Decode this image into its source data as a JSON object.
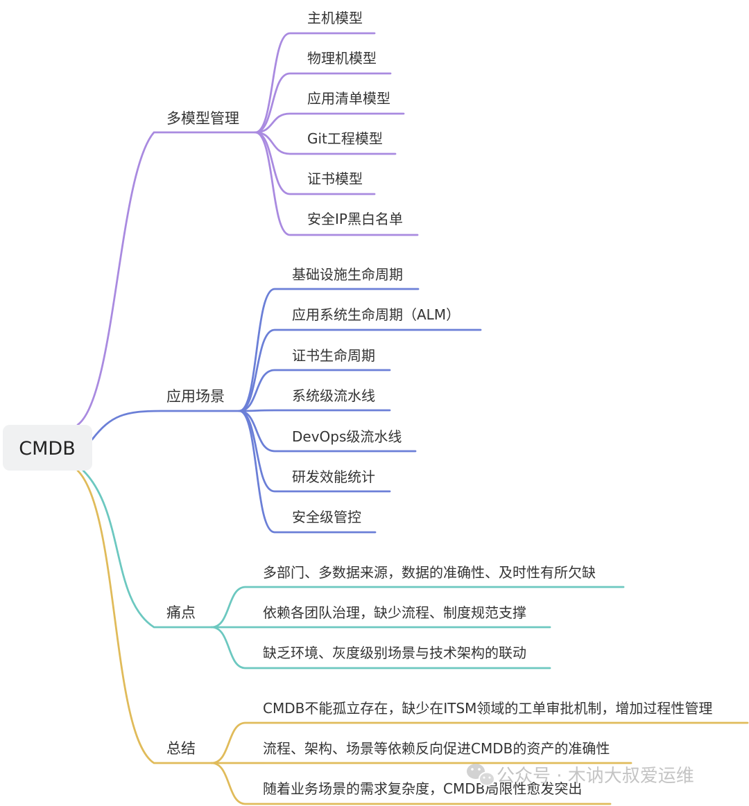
{
  "root": {
    "label": "CMDB"
  },
  "branches": [
    {
      "label": "多模型管理",
      "color": "#a98ae0",
      "children": [
        "主机模型",
        "物理机模型",
        "应用清单模型",
        "Git工程模型",
        "证书模型",
        "安全IP黑白名单"
      ]
    },
    {
      "label": "应用场景",
      "color": "#6b7fd7",
      "children": [
        "基础设施生命周期",
        "应用系统生命周期（ALM）",
        "证书生命周期",
        "系统级流水线",
        "DevOps级流水线",
        "研发效能统计",
        "安全级管控"
      ]
    },
    {
      "label": "痛点",
      "color": "#6cc8c0",
      "children": [
        "多部门、多数据来源，数据的准确性、及时性有所欠缺",
        "依赖各团队治理，缺少流程、制度规范支撑",
        "缺乏环境、灰度级别场景与技术架构的联动"
      ]
    },
    {
      "label": "总结",
      "color": "#e0bb5a",
      "children": [
        "CMDB不能孤立存在，缺少在ITSM领域的工单审批机制，增加过程性管理",
        "流程、架构、场景等依赖反向促进CMDB的资产的准确性",
        "随着业务场景的需求复杂度，CMDB局限性愈发突出"
      ]
    }
  ],
  "watermark": {
    "text": "公众号 · 木讷大叔爱运维",
    "icon": "wechat-icon"
  }
}
